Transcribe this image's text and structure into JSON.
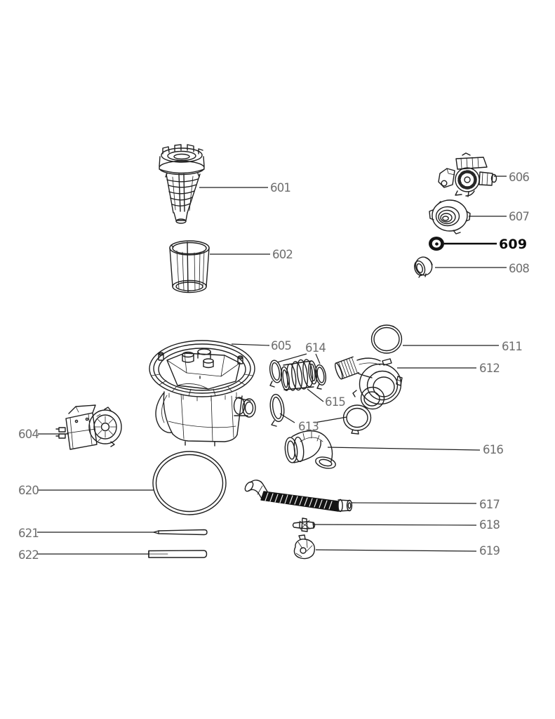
{
  "diagram": {
    "figure_type": "exploded-parts-diagram",
    "background_color": "#ffffff",
    "line_color": "#1f1f1f",
    "label_color": "#6e6e6e",
    "highlight_label_color": "#0a0a0a"
  },
  "parts": [
    {
      "label": "601",
      "highlighted": false
    },
    {
      "label": "602",
      "highlighted": false
    },
    {
      "label": "604",
      "highlighted": false
    },
    {
      "label": "605",
      "highlighted": false
    },
    {
      "label": "606",
      "highlighted": false
    },
    {
      "label": "607",
      "highlighted": false
    },
    {
      "label": "608",
      "highlighted": false
    },
    {
      "label": "609",
      "highlighted": true
    },
    {
      "label": "611",
      "highlighted": false
    },
    {
      "label": "612",
      "highlighted": false
    },
    {
      "label": "613",
      "highlighted": false
    },
    {
      "label": "614",
      "highlighted": false
    },
    {
      "label": "615",
      "highlighted": false
    },
    {
      "label": "616",
      "highlighted": false
    },
    {
      "label": "617",
      "highlighted": false
    },
    {
      "label": "618",
      "highlighted": false
    },
    {
      "label": "619",
      "highlighted": false
    },
    {
      "label": "620",
      "highlighted": false
    },
    {
      "label": "621",
      "highlighted": false
    },
    {
      "label": "622",
      "highlighted": false
    }
  ]
}
